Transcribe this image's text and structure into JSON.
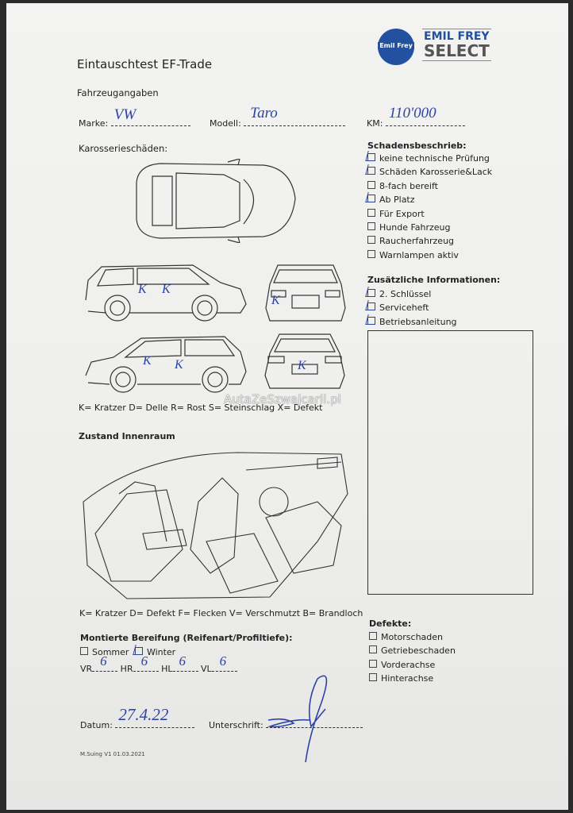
{
  "logo": {
    "badge_text": "Emil Frey",
    "line1": "EMIL FREY",
    "line2": "SELECT"
  },
  "title": "Eintauschtest EF-Trade",
  "vehicle": {
    "heading": "Fahrzeugangaben",
    "marke_label": "Marke:",
    "marke_value": "VW",
    "modell_label": "Modell:",
    "modell_value": "Taro",
    "km_label": "KM:",
    "km_value": "110'000"
  },
  "body_damage": {
    "heading": "Karosserieschäden:",
    "marks": [
      "K",
      "K",
      "K",
      "K",
      "K",
      "K"
    ],
    "legend": "K= Kratzer D= Delle R= Rost S= Steinschlag X= Defekt"
  },
  "watermark": "AutaZeSzwajcarii.pl",
  "interior": {
    "heading": "Zustand Innenraum",
    "legend": "K= Kratzer D= Defekt F= Flecken V= Verschmutzt B= Brandloch"
  },
  "damage_description": {
    "heading": "Schadensbeschrieb:",
    "items": [
      {
        "label": "keine technische Prüfung",
        "checked": true
      },
      {
        "label": "Schäden Karosserie&Lack",
        "checked": true
      },
      {
        "label": "8-fach bereift",
        "checked": false
      },
      {
        "label": "Ab Platz",
        "checked": true
      },
      {
        "label": "Für Export",
        "checked": false
      },
      {
        "label": "Hunde Fahrzeug",
        "checked": false
      },
      {
        "label": "Raucherfahrzeug",
        "checked": false
      },
      {
        "label": "Warnlampen aktiv",
        "checked": false
      }
    ]
  },
  "additional_info": {
    "heading": "Zusätzliche Informationen:",
    "items": [
      {
        "label": "2. Schlüssel",
        "checked": true
      },
      {
        "label": "Serviceheft",
        "checked": true
      },
      {
        "label": "Betriebsanleitung",
        "checked": true
      }
    ]
  },
  "defects": {
    "heading": "Defekte:",
    "items": [
      {
        "label": "Motorschaden",
        "checked": false
      },
      {
        "label": "Getriebeschaden",
        "checked": false
      },
      {
        "label": "Vorderachse",
        "checked": false
      },
      {
        "label": "Hinterachse",
        "checked": false
      }
    ]
  },
  "tires": {
    "heading": "Montierte Bereifung (Reifenart/Profiltiefe):",
    "sommer_label": "Sommer",
    "sommer_checked": false,
    "winter_label": "Winter",
    "winter_checked": true,
    "vr_label": "VR",
    "vr_value": "6",
    "hr_label": "HR",
    "hr_value": "6",
    "hl_label": "HL",
    "hl_value": "6",
    "vl_label": "VL",
    "vl_value": "6"
  },
  "footer": {
    "datum_label": "Datum:",
    "datum_value": "27.4.22",
    "signature_label": "Unterschrift:",
    "version": "M.Suing V1 01.03.2021"
  },
  "colors": {
    "ink": "#2c44a8",
    "brand": "#2350a0"
  }
}
